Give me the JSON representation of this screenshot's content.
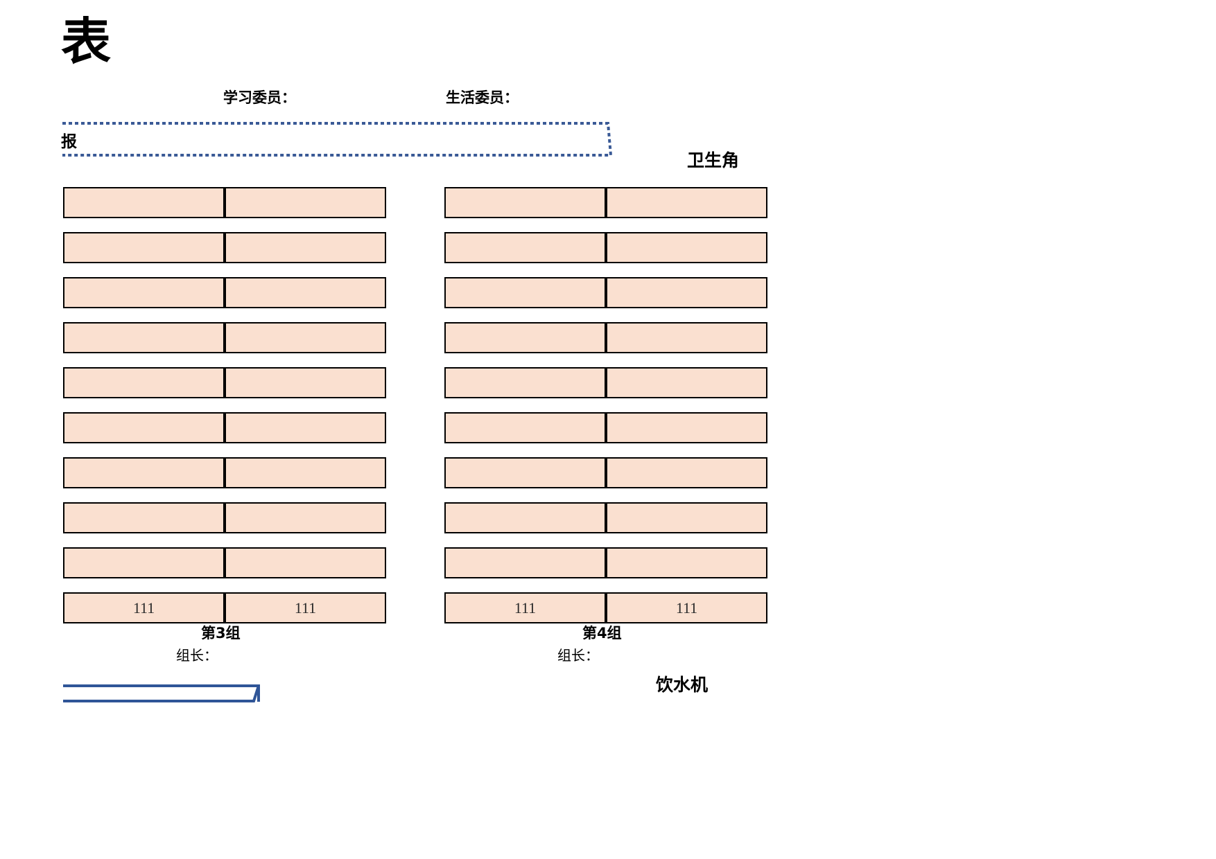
{
  "document": {
    "title": "表",
    "officers": [
      {
        "name": "study-committee",
        "label": "学习委员："
      },
      {
        "name": "life-committee",
        "label": "生活委员："
      }
    ],
    "podium": {
      "text": "报",
      "shape": "dotted-parallelogram",
      "stroke_color": "#3a5a96"
    },
    "corner_labels": {
      "hygiene": "卫生角",
      "water_dispenser": "饮水机"
    },
    "door": {
      "shape": "solid-parallelogram-arrow",
      "stroke_color": "#2f5597"
    }
  },
  "seating": {
    "cell_fill": "#fae0d0",
    "cell_border": "#000000",
    "columns": [
      {
        "id": "group-3",
        "caption": "第3组",
        "leader_label": "组长：",
        "rows": [
          {
            "cells": [
              "",
              ""
            ]
          },
          {
            "cells": [
              "",
              ""
            ]
          },
          {
            "cells": [
              "",
              ""
            ]
          },
          {
            "cells": [
              "",
              ""
            ]
          },
          {
            "cells": [
              "",
              ""
            ]
          },
          {
            "cells": [
              "",
              ""
            ]
          },
          {
            "cells": [
              "",
              ""
            ]
          },
          {
            "cells": [
              "",
              ""
            ]
          },
          {
            "cells": [
              "",
              ""
            ]
          },
          {
            "cells": [
              "111",
              "111"
            ]
          }
        ]
      },
      {
        "id": "group-4",
        "caption": "第4组",
        "leader_label": "组长：",
        "rows": [
          {
            "cells": [
              "",
              ""
            ]
          },
          {
            "cells": [
              "",
              ""
            ]
          },
          {
            "cells": [
              "",
              ""
            ]
          },
          {
            "cells": [
              "",
              ""
            ]
          },
          {
            "cells": [
              "",
              ""
            ]
          },
          {
            "cells": [
              "",
              ""
            ]
          },
          {
            "cells": [
              "",
              ""
            ]
          },
          {
            "cells": [
              "",
              ""
            ]
          },
          {
            "cells": [
              "",
              ""
            ]
          },
          {
            "cells": [
              "111",
              "111"
            ]
          }
        ]
      }
    ]
  }
}
